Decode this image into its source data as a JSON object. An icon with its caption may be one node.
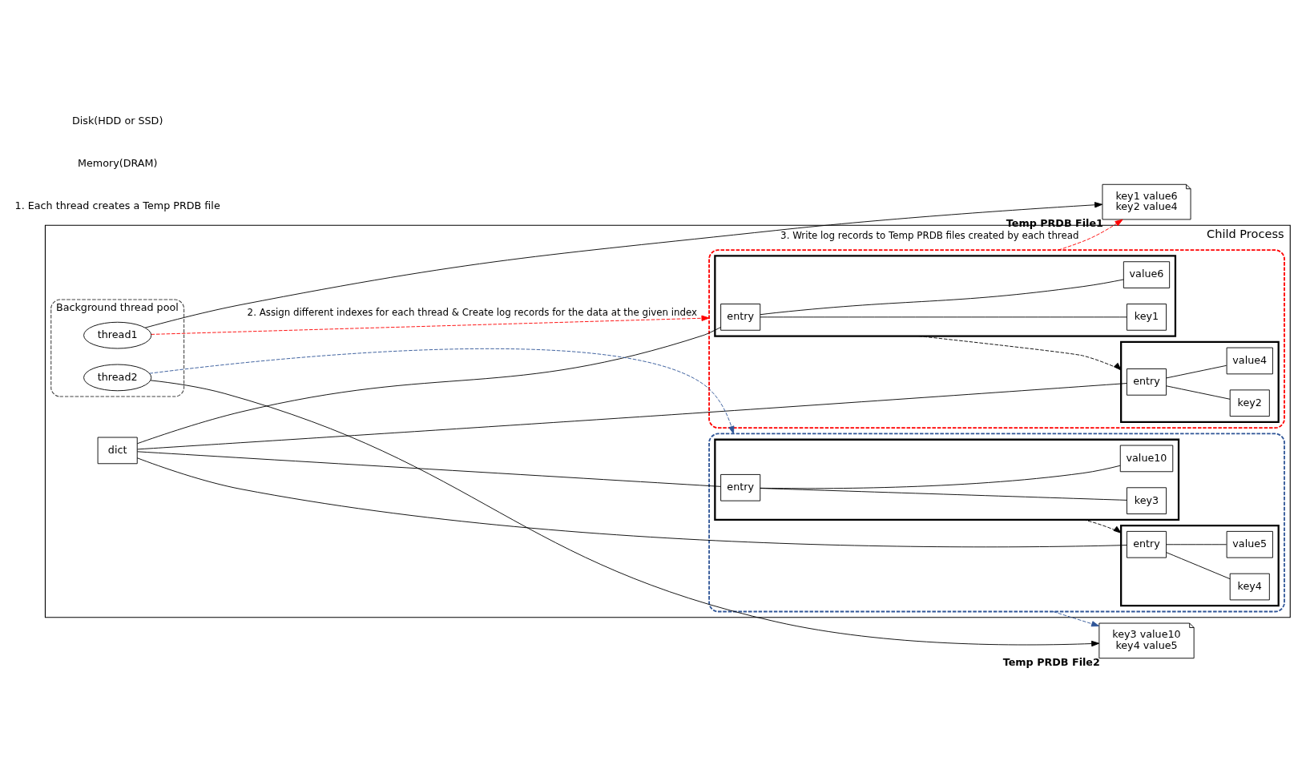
{
  "diagram": {
    "nodes": [
      {
        "text": [
          "Child Process"
        ]
      },
      {
        "text": [
          "dict"
        ],
        "in": 0
      },
      {
        "text": [],
        "shape": "box",
        "in": 0
      },
      {
        "text": [],
        "shape": "box",
        "in": 2
      },
      {
        "text": [
          "entry"
        ],
        "in": 3
      },
      {
        "text": [
          "key1"
        ],
        "in": 3
      },
      {
        "text": [
          "value6"
        ],
        "in": 3
      },
      {
        "text": [],
        "shape": "box",
        "in": 2
      },
      {
        "text": [
          "entry"
        ],
        "in": 7
      },
      {
        "text": [
          "key2"
        ],
        "in": 7
      },
      {
        "text": [
          "value4"
        ],
        "in": 7
      },
      {
        "text": [],
        "shape": "box",
        "in": 0
      },
      {
        "text": [],
        "shape": "box",
        "in": 11
      },
      {
        "text": [
          "entry"
        ],
        "in": 12
      },
      {
        "text": [
          "key3"
        ],
        "in": 12
      },
      {
        "text": [
          "value10"
        ],
        "in": 12
      },
      {
        "text": [],
        "shape": "box",
        "in": 11
      },
      {
        "text": [
          "entry"
        ],
        "in": 16
      },
      {
        "text": [
          "key4"
        ],
        "in": 16
      },
      {
        "text": [
          "value5"
        ],
        "in": 16
      },
      {
        "text": [
          "Background thread pool"
        ],
        "in": 0
      },
      {
        "text": [
          "thread1"
        ],
        "in": 20
      },
      {
        "text": [
          "thread2"
        ],
        "in": 20
      },
      {
        "text": [
          "key1 value6",
          "key2 value4"
        ],
        "beside": [
          "Temp PRDB File1"
        ]
      },
      {
        "text": [
          "key3 value10",
          "key4 value5"
        ],
        "beside": [
          "Temp PRDB File2"
        ]
      }
    ],
    "edges": [
      {
        "from": 1,
        "to": 4,
        "arrow": "none"
      },
      {
        "from": 1,
        "to": 8,
        "arrow": "none"
      },
      {
        "from": 1,
        "to": 13,
        "arrow": "none"
      },
      {
        "from": 1,
        "to": 17,
        "arrow": "none"
      },
      {
        "from": 4,
        "to": 5,
        "arrow": "none"
      },
      {
        "from": 4,
        "to": 6,
        "arrow": "none"
      },
      {
        "from": 8,
        "to": 9,
        "arrow": "none"
      },
      {
        "from": 8,
        "to": 10,
        "arrow": "none"
      },
      {
        "from": 13,
        "to": 14,
        "arrow": "none"
      },
      {
        "from": 13,
        "to": 15,
        "arrow": "none"
      },
      {
        "from": 17,
        "to": 18,
        "arrow": "none"
      },
      {
        "from": 17,
        "to": 19,
        "arrow": "none"
      },
      {
        "from": 3,
        "to": 7,
        "arrow": "to",
        "style": "dashed"
      },
      {
        "from": 12,
        "to": 16,
        "arrow": "to",
        "style": "dashed"
      },
      {
        "from": 21,
        "to": 2,
        "arrow": "to",
        "style": "dashed",
        "color": "#ff0000",
        "label": "2. Assign different indexes for each thread & Create log records for the data at the given index"
      },
      {
        "from": 22,
        "to": 11,
        "arrow": "to",
        "style": "dashed",
        "color": "#2f5597"
      },
      {
        "from": 21,
        "to": 23,
        "arrow": "to"
      },
      {
        "from": 22,
        "to": 24,
        "arrow": "to"
      },
      {
        "from": 2,
        "to": 23,
        "arrow": "to",
        "style": "dashed",
        "color": "#ff0000",
        "label": "3. Write log records to Temp PRDB files created by each thread"
      },
      {
        "from": 11,
        "to": 24,
        "arrow": "to",
        "style": "dashed",
        "color": "#2f5597"
      }
    ],
    "labels": [
      "1. Each thread creates a Temp PRDB file",
      "Memory(DRAM)",
      "Disk(HDD or SSD)"
    ]
  }
}
